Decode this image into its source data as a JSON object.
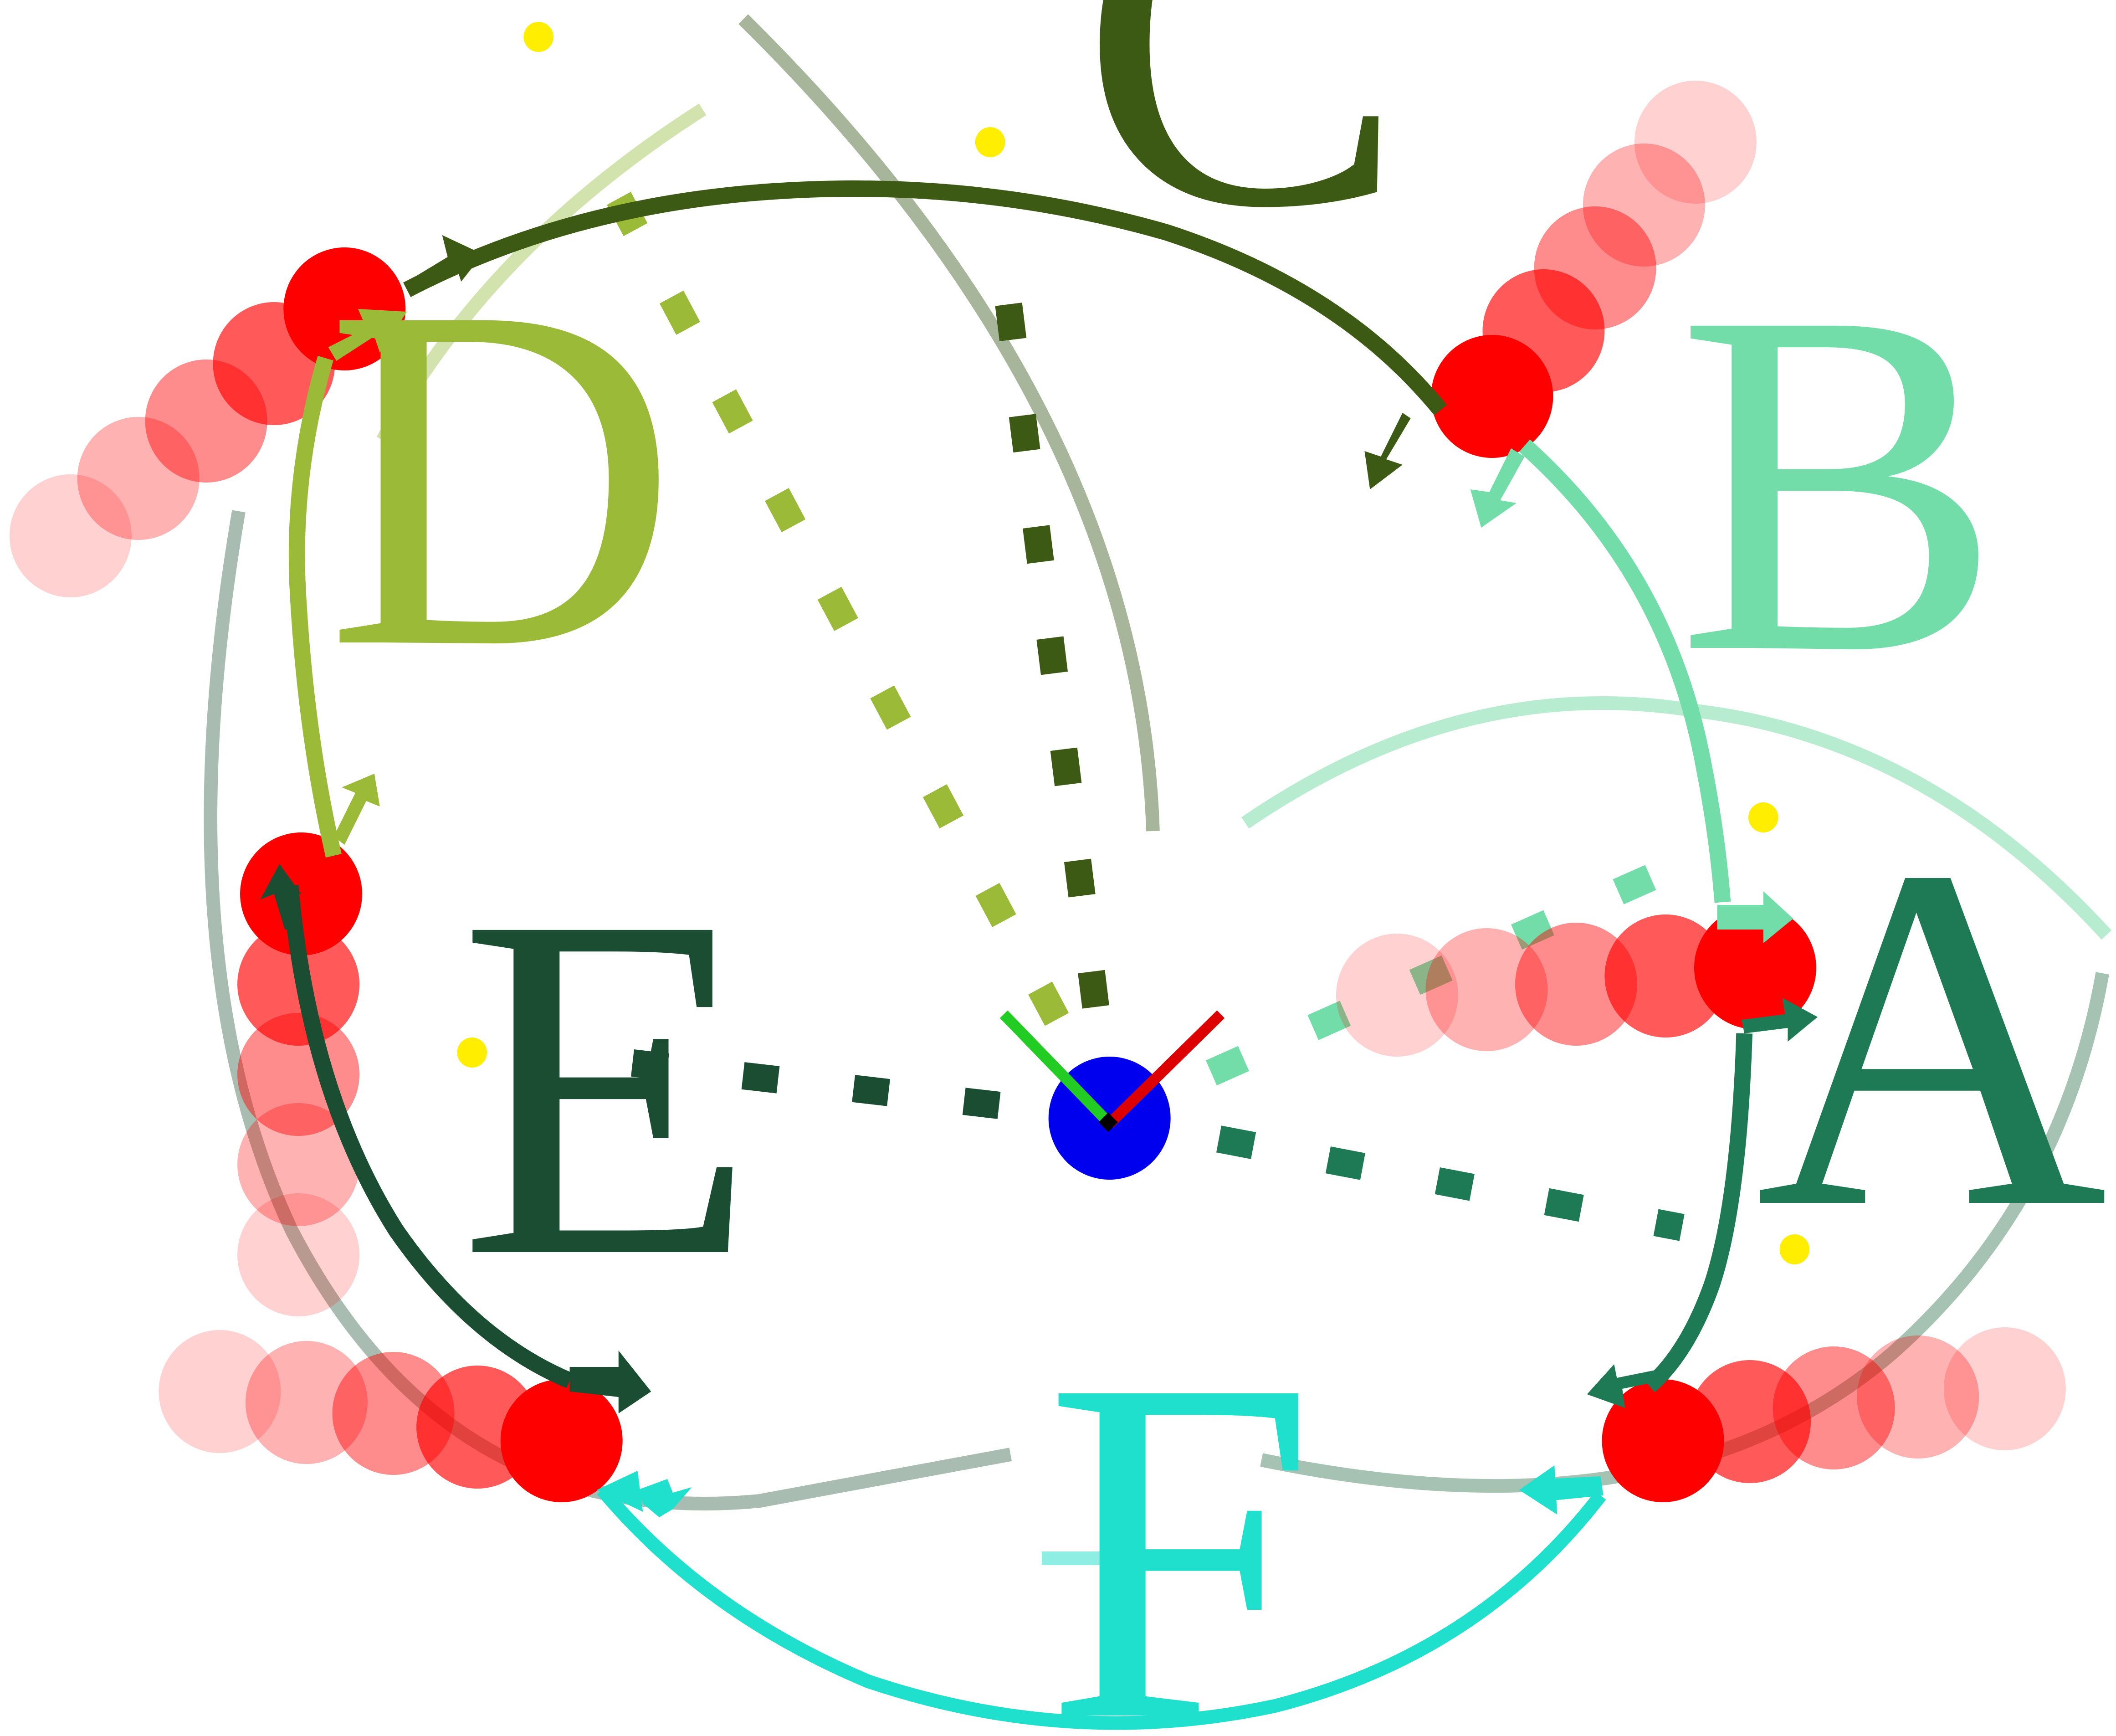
{
  "labels": {
    "A": "A",
    "B": "B",
    "C": "C",
    "D": "D",
    "E": "E",
    "F": "F"
  },
  "colors": {
    "A": "#1e7a55",
    "B": "#72dda8",
    "C": "#3d5a14",
    "D": "#9aba38",
    "E": "#1a4d32",
    "F": "#1fe0cd",
    "ball": "#ff0000",
    "center": "#0000ee",
    "target_dot": "#ffee00",
    "axis_x": "#dd0000",
    "axis_y": "#22cc22"
  },
  "icons": {
    "ball": "red-ball-icon",
    "center": "blue-center-icon",
    "axes": "xy-axes-icon",
    "target": "yellow-target-dot-icon"
  }
}
